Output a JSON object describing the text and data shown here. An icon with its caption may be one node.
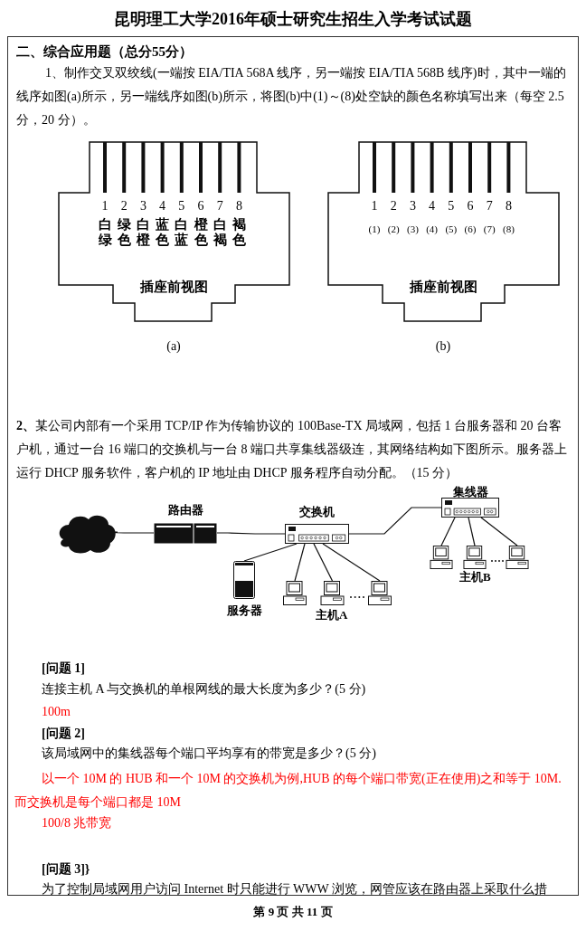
{
  "diagram": {
    "title": "昆明理工大学2016年硕士研究生招生入学考试试题",
    "nodes": [
      {
        "text": [
          "1",
          "2",
          "3",
          "4",
          "5",
          "6",
          "7",
          "8",
          "白绿",
          "绿色",
          "白橙",
          "蓝色",
          "白蓝",
          "橙色",
          "白褐",
          "褐色",
          "插座前视图"
        ],
        "beside": [
          "(a)"
        ]
      },
      {
        "text": [
          "1",
          "2",
          "3",
          "4",
          "5",
          "6",
          "7",
          "8",
          "(1)",
          "(2)",
          "(3)",
          "(4)",
          "(5)",
          "(6)",
          "(7)",
          "(8)",
          "插座前视图"
        ],
        "beside": [
          "(b)"
        ]
      },
      {
        "text": [],
        "shape": "cloud"
      },
      {
        "text": [
          "路由器"
        ]
      },
      {
        "text": [
          "交换机"
        ]
      },
      {
        "text": [
          "集线器"
        ]
      },
      {
        "text": [
          "服务器"
        ]
      },
      {
        "text": [],
        "shape": "picture"
      },
      {
        "text": [],
        "shape": "picture",
        "beside": [
          "主机A"
        ]
      },
      {
        "text": [],
        "shape": "picture"
      },
      {
        "text": [],
        "shape": "picture"
      },
      {
        "text": [],
        "shape": "picture",
        "beside": [
          "主机B"
        ]
      },
      {
        "text": [],
        "shape": "picture"
      }
    ],
    "edges": [
      {
        "from": 2,
        "to": 3,
        "arrow": "none"
      },
      {
        "from": 3,
        "to": 4,
        "arrow": "none"
      },
      {
        "from": 4,
        "to": 5,
        "arrow": "none"
      },
      {
        "from": 4,
        "to": 6,
        "arrow": "none"
      },
      {
        "from": 4,
        "to": 7,
        "arrow": "none"
      },
      {
        "from": 4,
        "to": 8,
        "arrow": "none"
      },
      {
        "from": 4,
        "to": 9,
        "arrow": "none"
      },
      {
        "from": 5,
        "to": 10,
        "arrow": "none"
      },
      {
        "from": 5,
        "to": 11,
        "arrow": "none"
      },
      {
        "from": 5,
        "to": 12,
        "arrow": "none"
      }
    ],
    "labels": [
      "二、综合应用题（总分55分）",
      "1、制作交叉双绞线(一端按 EIA/TIA 568A 线序，另一端按 EIA/TIA 568B 线序)时，其中一端的线序如图(a)所示，另一端线序如图(b)所示，将图(b)中(1)～(8)处空缺的颜色名称填写出来（每空 2.5 分，20 分）。",
      "**2、**某公司内部有一个采用 TCP/IP 作为传输协议的 100Base-TX 局域网，包括 1 台服务器和 20 台客户机，通过一台 16 端口的交换机与一台 8 端口共享集线器级连，其网络结构如下图所示。服务器上运行 DHCP 服务软件，客户机的 IP 地址由 DHCP 服务程序自动分配。（15 分）",
      "[问题 1]",
      "连接主机 A 与交换机的单根网线的最大长度为多少？(5 分)",
      "100m",
      "[问题 2]",
      "该局域网中的集线器每个端口平均享有的带宽是多少？(5 分)",
      "以一个 10M 的 HUB 和一个 10M 的交换机为例,HUB 的每个端口带宽(正在使用)之和等于 10M.而交换机是每个端口都是 10M",
      "100/8 兆带宽",
      "[问题 3]}",
      "为了控制局域网用户访问 Internet 时只能进行 WWW 浏览，网管应该在路由器上采取什么措",
      "第 9 页 共 11 页"
    ]
  }
}
